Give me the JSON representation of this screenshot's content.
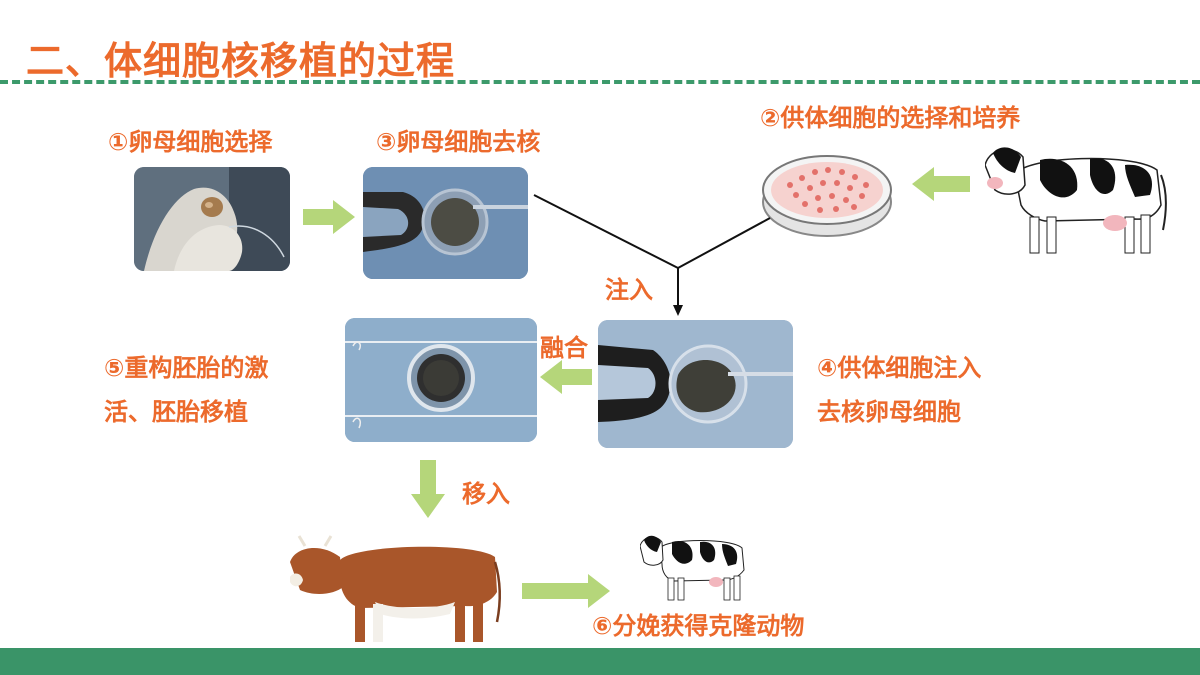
{
  "title": "二、体细胞核移植的过程",
  "steps": {
    "step1": "①卵母细胞选择",
    "step2": "②供体细胞的选择和培养",
    "step3": "③卵母细胞去核",
    "step4_line1": "④供体细胞注入",
    "step4_line2": "去核卵母细胞",
    "step5_line1": "⑤重构胚胎的激",
    "step5_line2": "活、胚胎移植",
    "step6": "⑥分娩获得克隆动物"
  },
  "arrow_labels": {
    "inject": "注入",
    "fuse": "融合",
    "transfer": "移入"
  },
  "images": {
    "egg_selection_photo": "hands-holding-ovary-photo",
    "enucleation_photo": "micropipette-oocyte-photo",
    "petri_dish": "petri-dish-icon",
    "donor_cow": "holstein-cow-icon",
    "injection_photo": "micropipette-injection-photo",
    "reconstructed_embryo_photo": "embryo-photo",
    "surrogate_cow": "brown-cow-icon",
    "clone_calf": "holstein-calf-icon"
  },
  "colors": {
    "accent": "#ec6a2c",
    "arrow": "#b5d67a",
    "rule": "#3c9a6b",
    "footer": "#3a9468"
  }
}
